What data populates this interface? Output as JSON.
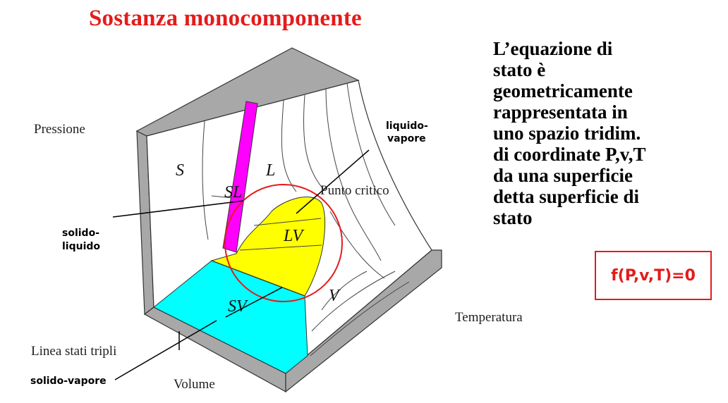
{
  "title": "Sostanza monocomponente",
  "description_lines": [
    "L’equazione di",
    "stato è",
    "geometricamente",
    "rappresentata in",
    "uno spazio tridim.",
    "di coordinate P,v,T",
    "da una superficie",
    "detta superficie di",
    "stato"
  ],
  "formula": "f(P,v,T)=0",
  "axes": {
    "pressure": "Pressione",
    "temperature": "Temperatura",
    "volume": "Volume"
  },
  "regions": {
    "solid": "S",
    "liquid": "L",
    "solid_liquid": "SL",
    "liquid_vapor": "LV",
    "solid_vapor": "SV",
    "vapor": "V"
  },
  "features": {
    "critical_point": "Punto critico",
    "triple_line": "Linea stati tripli"
  },
  "annotations": {
    "liquid_vapor": [
      "liquido-",
      "vapore"
    ],
    "solid_liquid": [
      "solido-",
      "liquido"
    ],
    "solid_vapor": "solido-vapore"
  },
  "colors": {
    "title": "#e51b1b",
    "solid_liquid_region": "#ff00ff",
    "liquid_vapor_region": "#ffff00",
    "solid_vapor_region": "#00ffff",
    "base_gray": "#a9a9a9",
    "highlight_circle": "#e51b1b"
  }
}
